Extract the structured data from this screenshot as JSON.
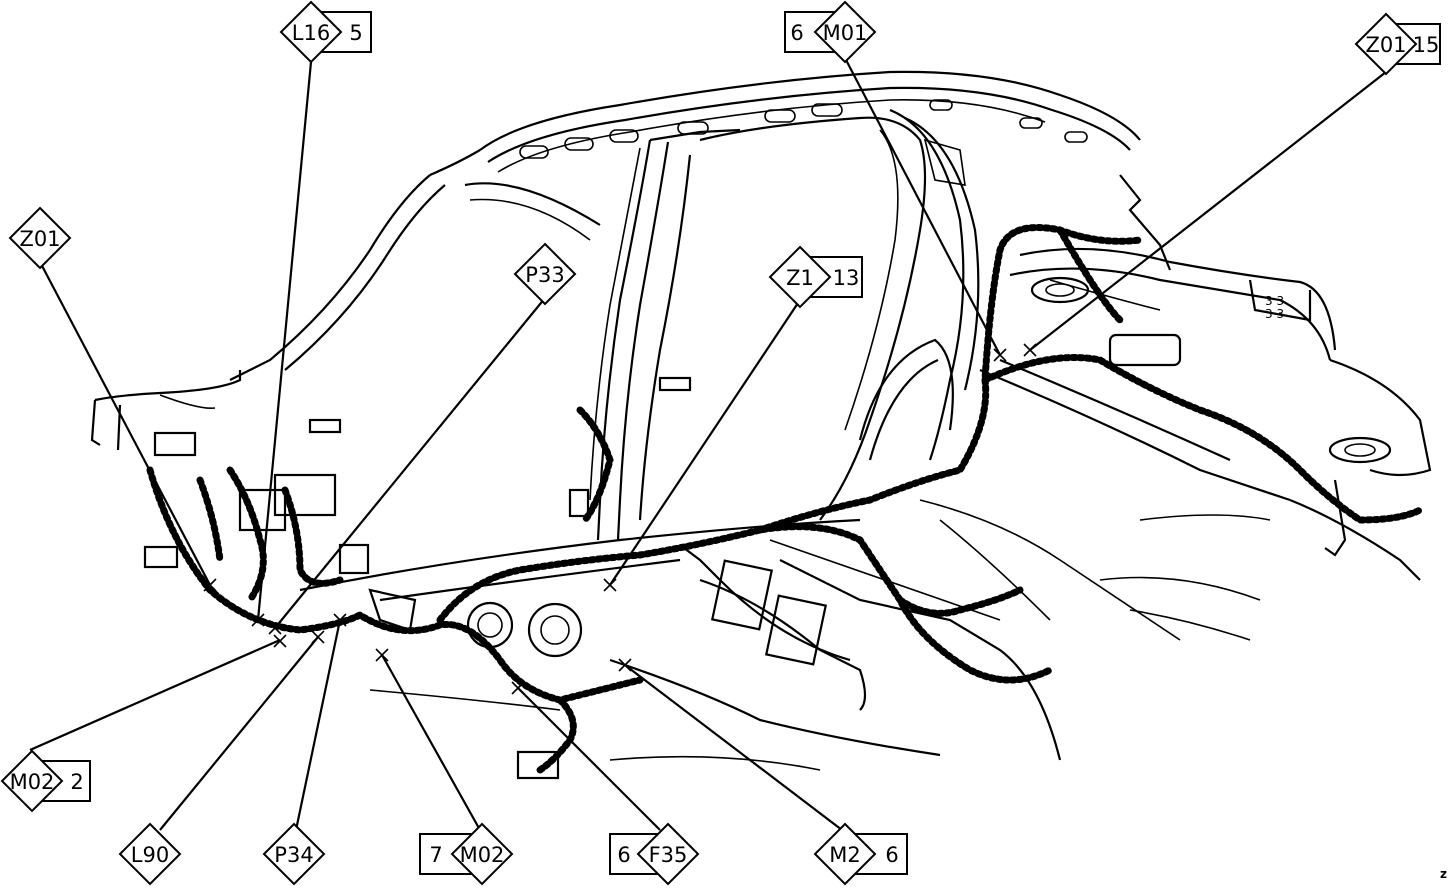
{
  "labels": {
    "l16": {
      "code": "L16",
      "num": "5"
    },
    "m01": {
      "code": "M01",
      "num": "6"
    },
    "z01_top": {
      "code": "Z01",
      "num": "15"
    },
    "z01_left": {
      "code": "Z01"
    },
    "p33": {
      "code": "P33"
    },
    "z1": {
      "code": "Z1",
      "num": "13"
    },
    "m02_left": {
      "code": "M02",
      "num": "2"
    },
    "l90": {
      "code": "L90"
    },
    "p34": {
      "code": "P34"
    },
    "m02_bottom": {
      "code": "M02",
      "num": "7"
    },
    "f35": {
      "code": "F35",
      "num": "6"
    },
    "m2": {
      "code": "M2",
      "num": "6"
    }
  },
  "corner_mark": "z"
}
